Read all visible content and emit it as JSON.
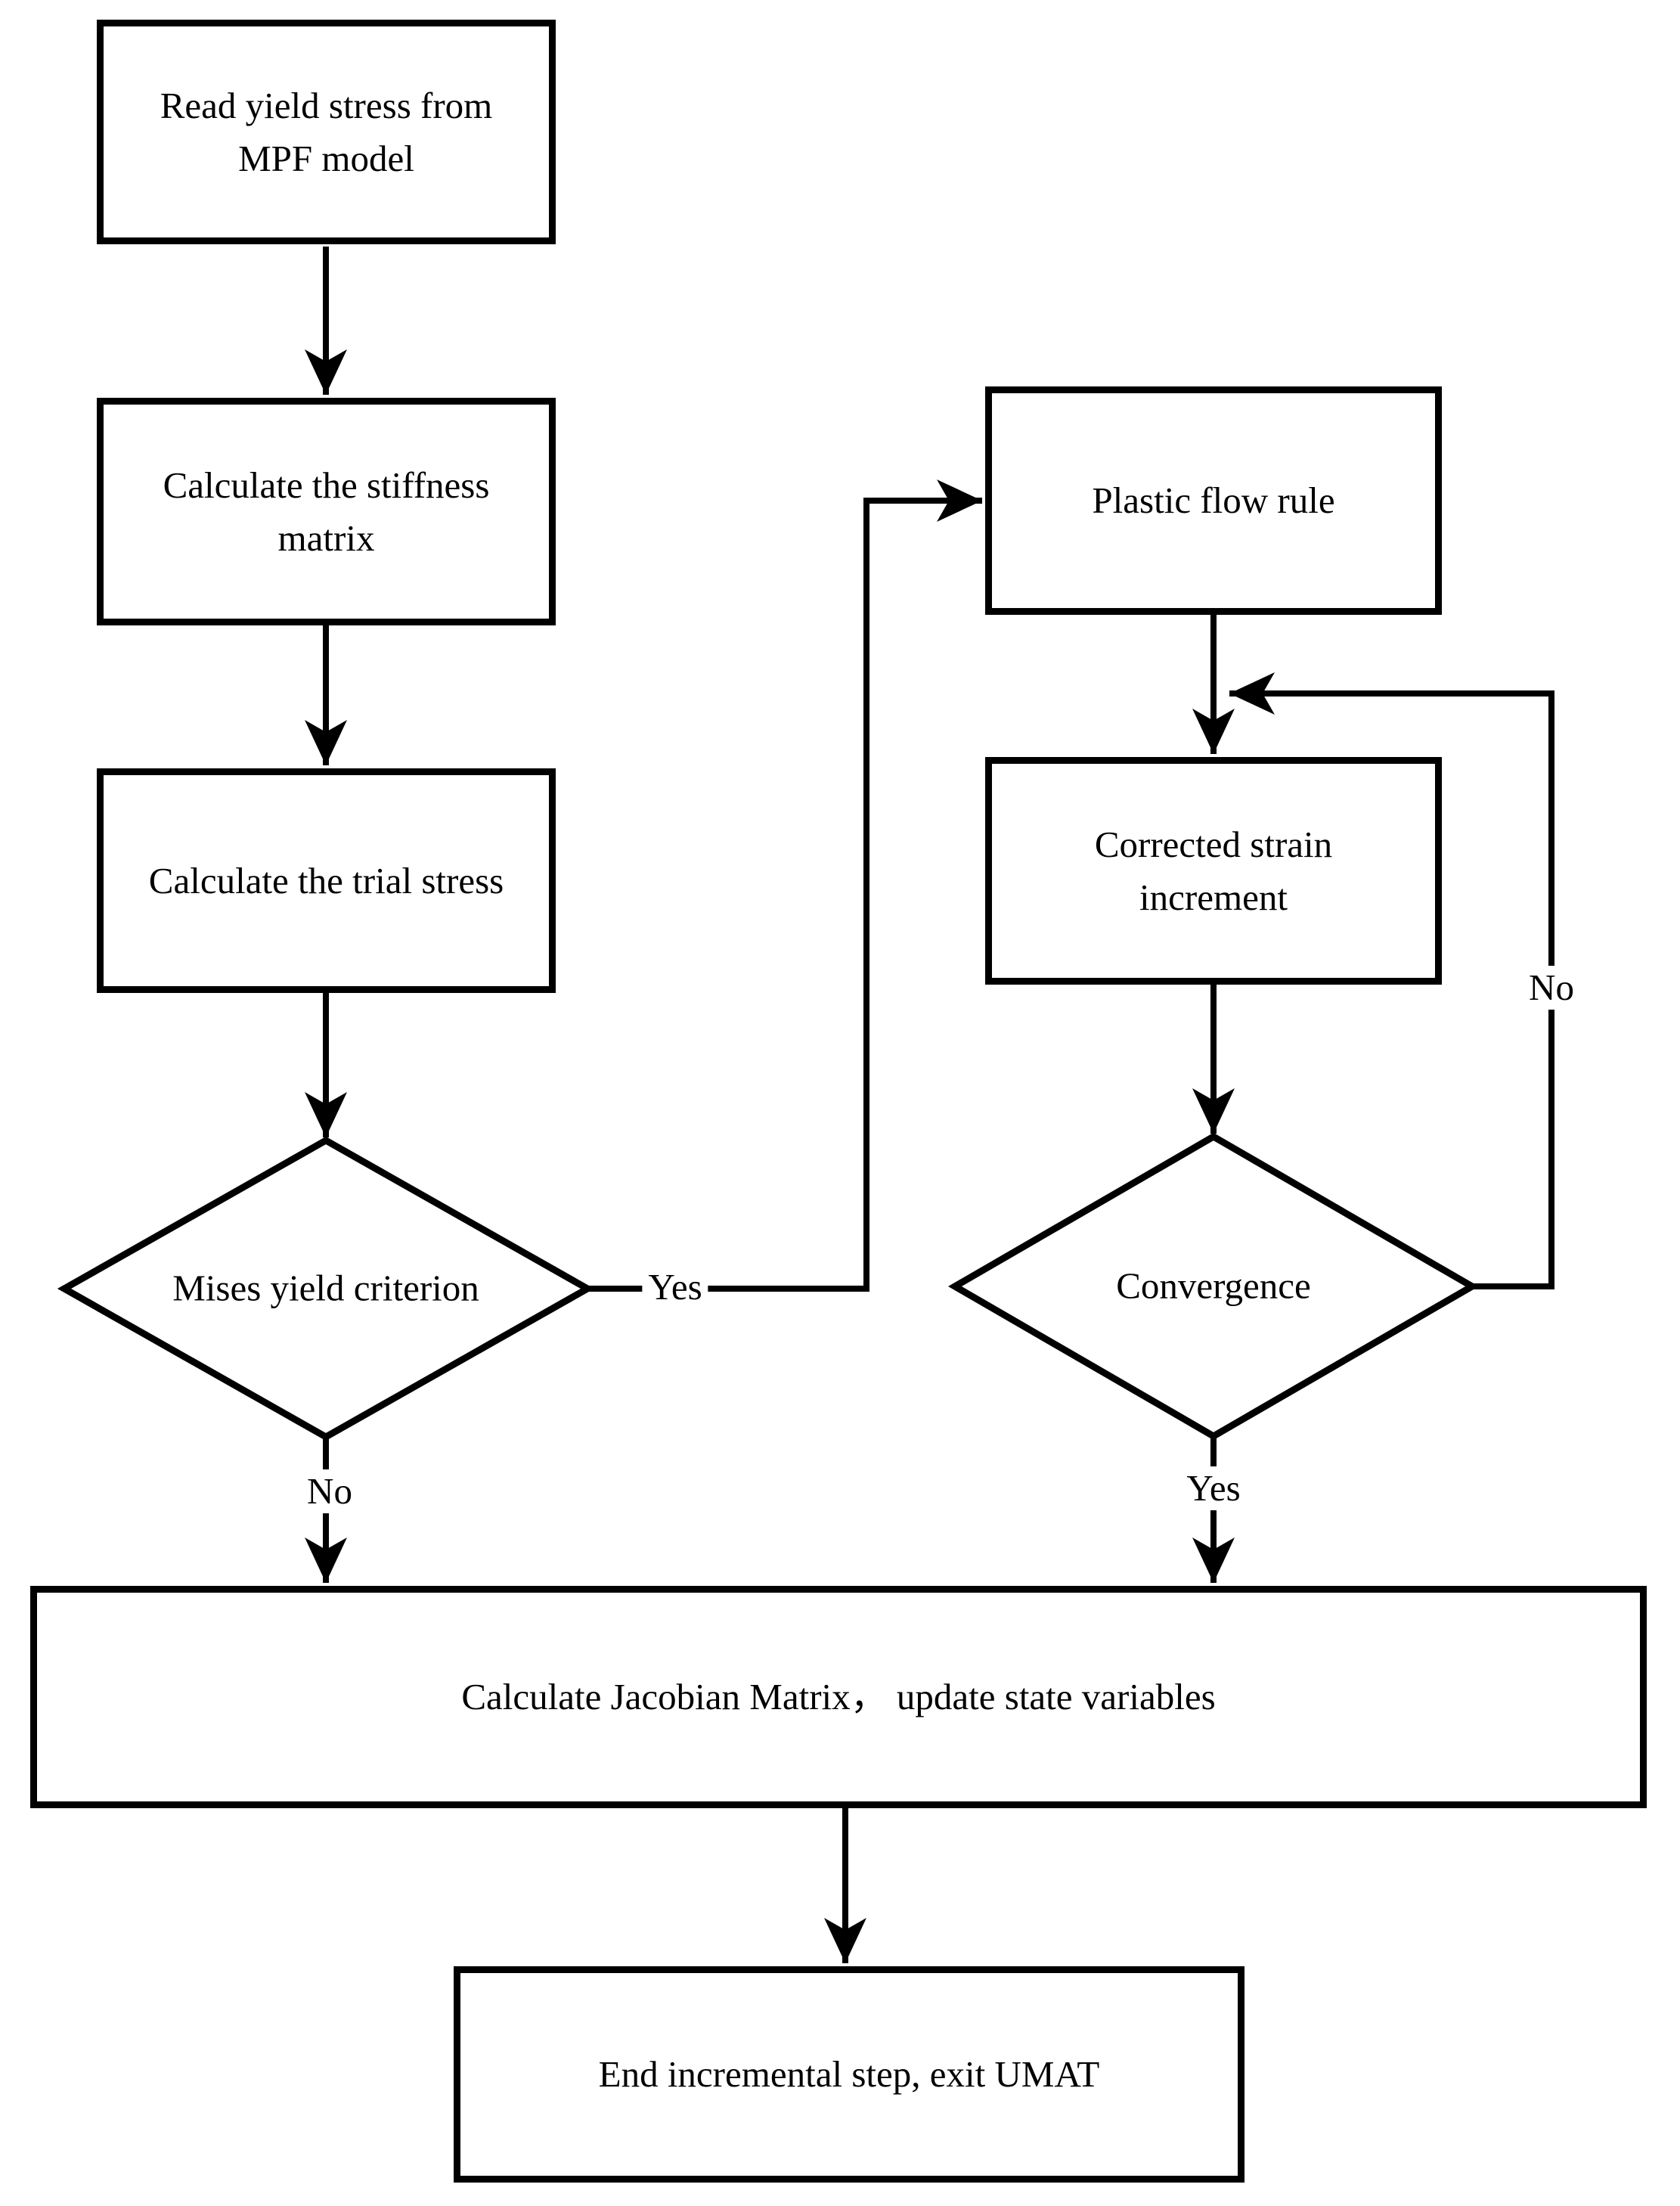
{
  "diagram": {
    "nodes": {
      "read_yield": {
        "label": "Read yield stress from MPF model"
      },
      "stiffness_matrix": {
        "label": "Calculate the stiffness matrix"
      },
      "trial_stress": {
        "label": "Calculate the trial stress"
      },
      "mises_criterion": {
        "label": "Mises yield criterion"
      },
      "plastic_flow": {
        "label": "Plastic flow rule"
      },
      "corrected_strain": {
        "label": "Corrected strain increment"
      },
      "convergence": {
        "label": "Convergence"
      },
      "jacobian": {
        "label": "Calculate Jacobian Matrix， update state variables"
      },
      "end_step": {
        "label": "End incremental step, exit UMAT"
      }
    },
    "edge_labels": {
      "mises_yes": "Yes",
      "mises_no": "No",
      "convergence_yes": "Yes",
      "convergence_no": "No"
    },
    "colors": {
      "line": "#000000",
      "background": "#ffffff",
      "text": "#000000"
    }
  }
}
